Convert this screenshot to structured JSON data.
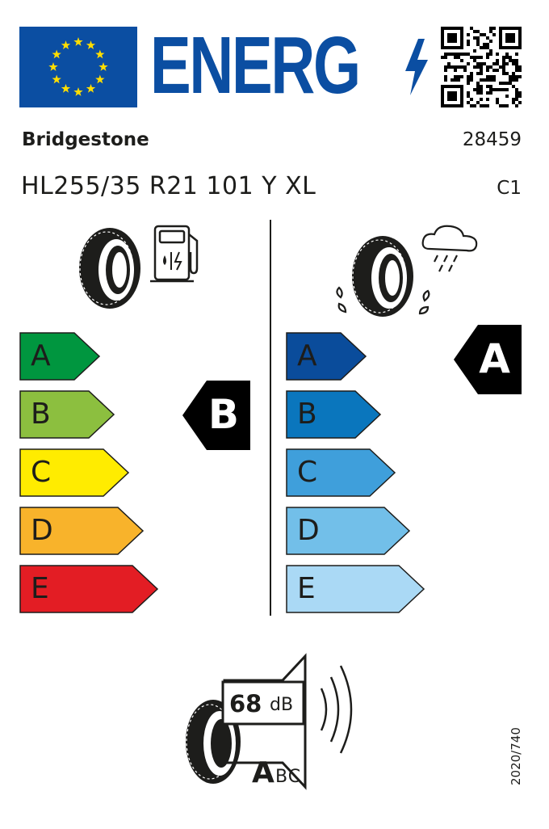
{
  "header": {
    "title": "ENERG",
    "brand": "Bridgestone",
    "model_code": "28459",
    "tyre_size": "HL255/35 R21 101 Y XL",
    "tyre_class": "C1"
  },
  "fuel_efficiency": {
    "scale": [
      "A",
      "B",
      "C",
      "D",
      "E"
    ],
    "colors": [
      "#00963f",
      "#8cbf3f",
      "#ffec00",
      "#f8b32b",
      "#e31d24"
    ],
    "rating": "B"
  },
  "wet_grip": {
    "scale": [
      "A",
      "B",
      "C",
      "D",
      "E"
    ],
    "colors": [
      "#0a4c9b",
      "#0a76bd",
      "#3f9fdb",
      "#72bfe9",
      "#aad9f5"
    ],
    "rating": "A"
  },
  "noise": {
    "value": "68",
    "unit": "dB",
    "class_selected": "A",
    "class_rest": "BC"
  },
  "regulation": "2020/740",
  "icons": [
    "eu-flag-icon",
    "lightning-bolt-icon",
    "qr-code-icon",
    "fuel-pump-icon",
    "rain-cloud-icon",
    "tyre-icon",
    "speaker-icon"
  ]
}
